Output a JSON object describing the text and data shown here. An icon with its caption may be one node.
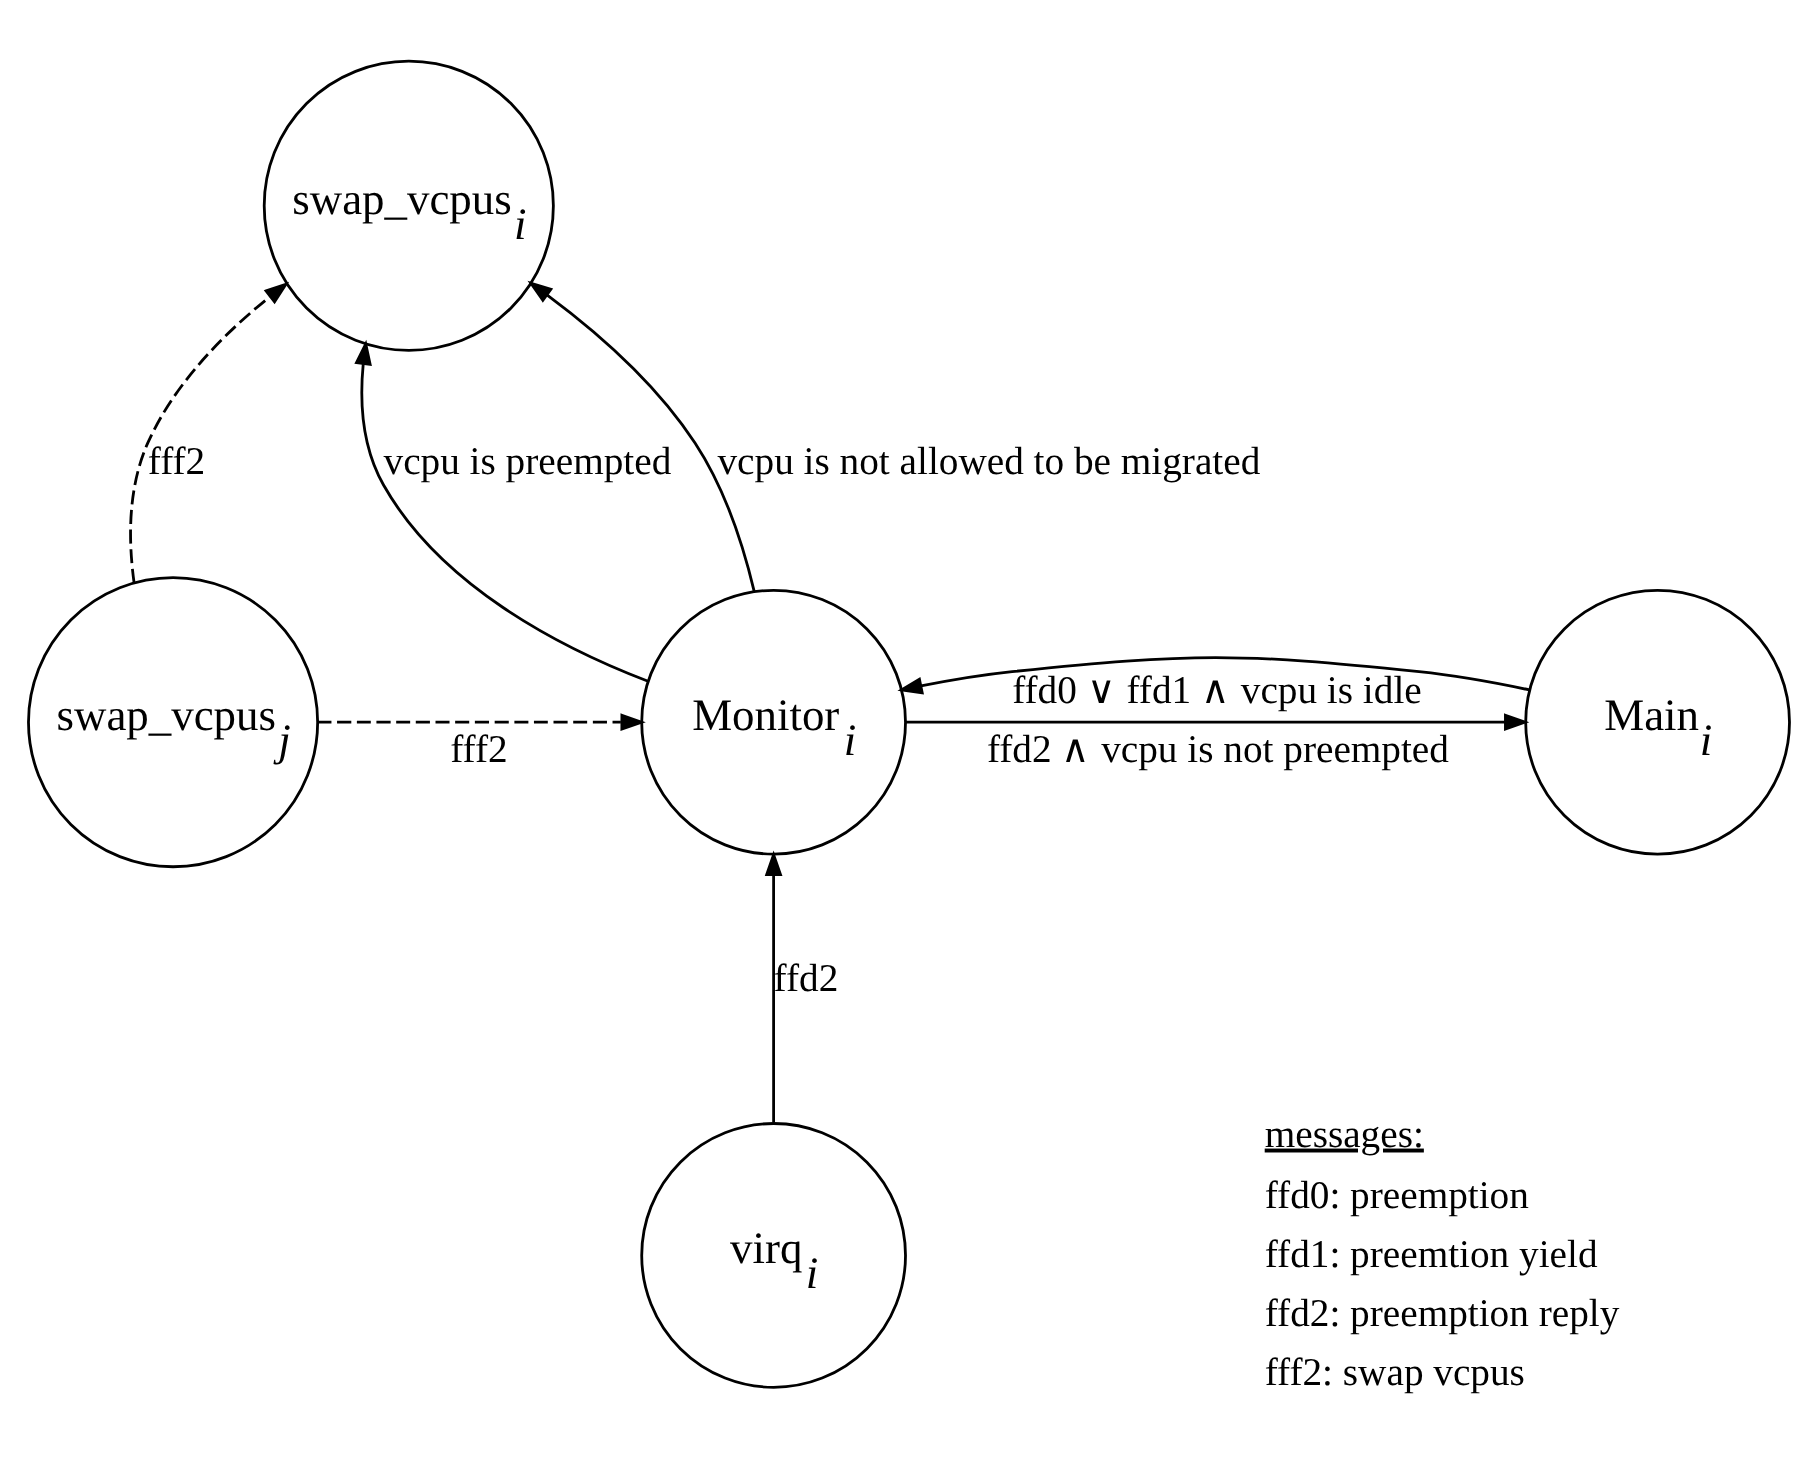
{
  "diagram": {
    "nodes": [
      {
        "text": [
          "swap_vcpus$_{i}$"
        ]
      },
      {
        "text": [
          "swap_vcpus$_{j}$"
        ]
      },
      {
        "text": [
          "Monitor$_{i}$"
        ]
      },
      {
        "text": [
          "Main$_{i}$"
        ]
      },
      {
        "text": [
          "virq$_{i}$"
        ]
      }
    ],
    "edges": [
      {
        "from": 1,
        "to": 0,
        "arrow": "to",
        "label": "fff2",
        "style": "dashed"
      },
      {
        "from": 2,
        "to": 0,
        "arrow": "to",
        "label": "vcpu is preempted"
      },
      {
        "from": 2,
        "to": 0,
        "arrow": "to",
        "label": "vcpu is not allowed to be migrated"
      },
      {
        "from": 2,
        "to": 3,
        "arrow": "to",
        "label": "ffd2 ∧ vcpu is not preempted"
      },
      {
        "from": 3,
        "to": 2,
        "arrow": "to",
        "label": "ffd0 ∨ ffd1 ∧ vcpu is idle"
      },
      {
        "from": 1,
        "to": 2,
        "arrow": "to",
        "label": "fff2",
        "style": "dashed"
      },
      {
        "from": 4,
        "to": 2,
        "arrow": "to",
        "label": "ffd2"
      }
    ],
    "labels": [
      "messages:",
      "ffd0: preemption",
      "ffd1: preemtion yield",
      "ffd2: preemption reply",
      "fff2: swap vcpus"
    ]
  }
}
